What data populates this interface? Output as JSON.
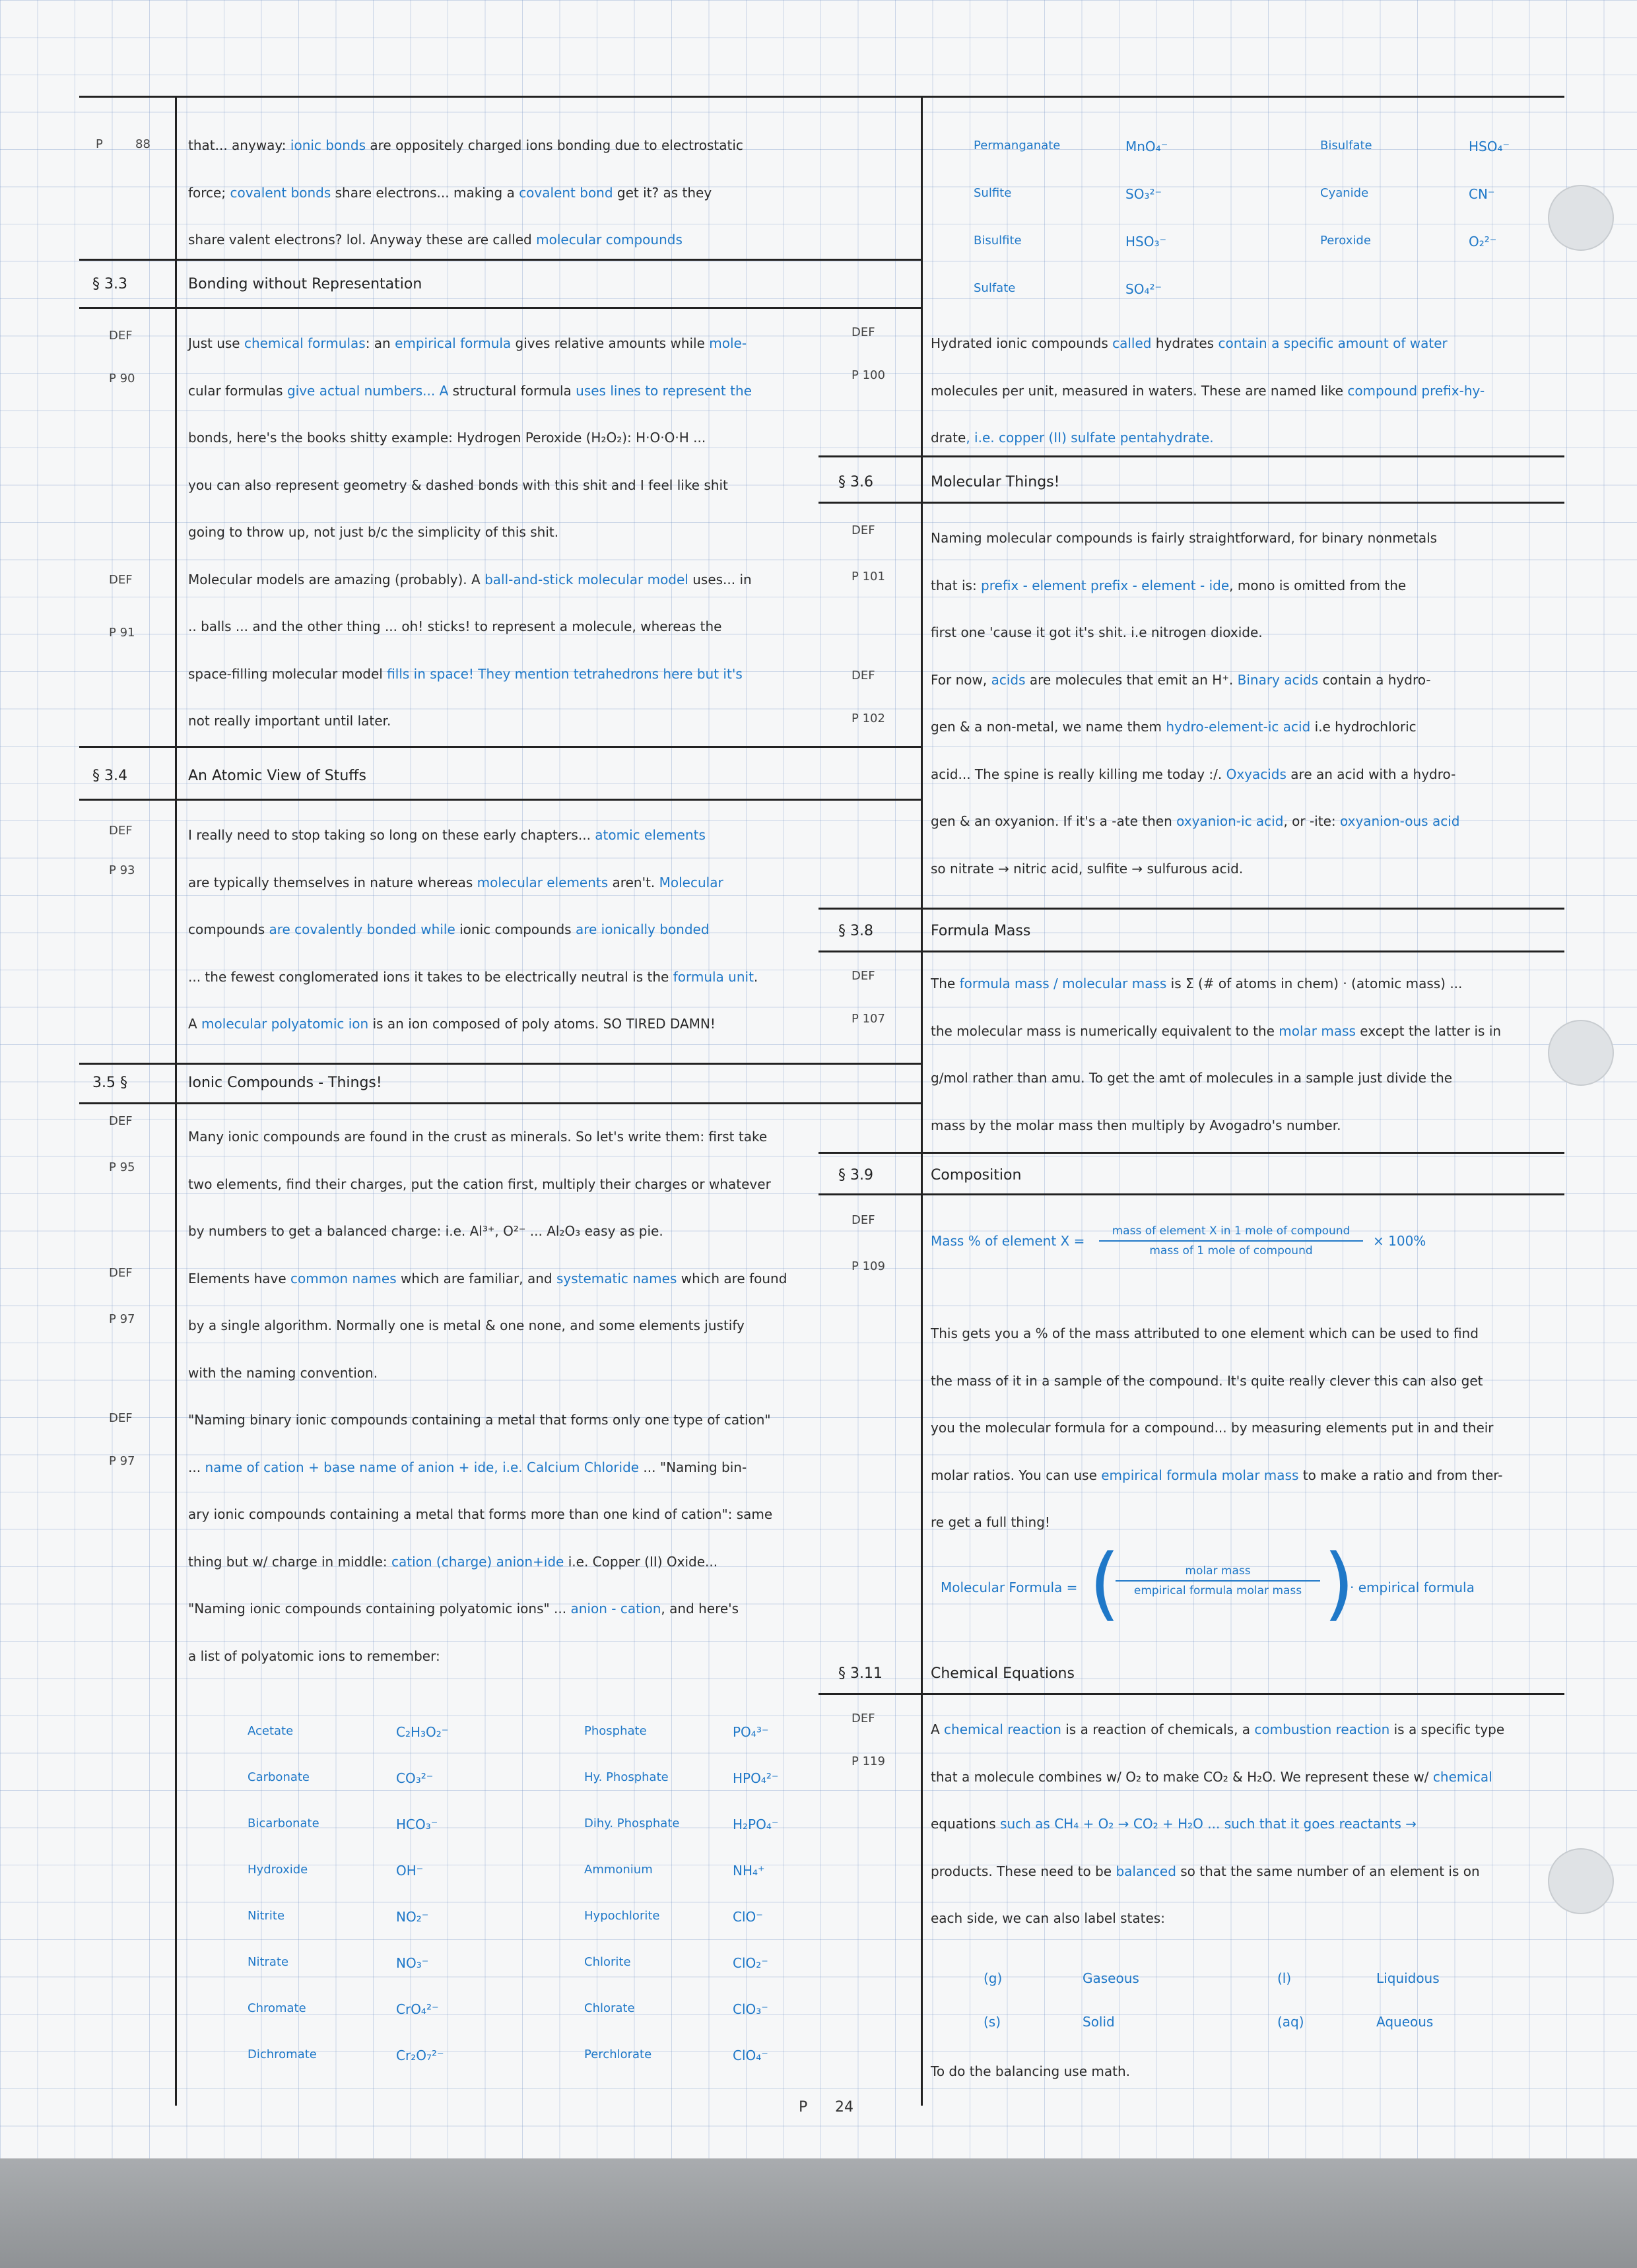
{
  "left": {
    "top_note": {
      "m1": "P",
      "m2": "88"
    },
    "top_lines": [
      [
        "that... anyway: ",
        "ionic bonds",
        " are oppositely charged ions bonding due to electrostatic"
      ],
      [
        "force; ",
        "covalent bonds",
        " share electrons... making a ",
        "covalent bond",
        " get it? as they"
      ],
      [
        "share valent electrons? lol. Anyway these are called ",
        "molecular compounds"
      ]
    ],
    "s33": {
      "num": "§ 3.3",
      "title": "Bonding without Representation"
    },
    "s33_margin": [
      {
        "t": "DEF"
      },
      {
        "t": "P  90"
      },
      {
        "t": "DEF"
      },
      {
        "t": "P  91"
      }
    ],
    "s33_lines": [
      [
        "Just use ",
        "chemical formulas",
        ": an ",
        "empirical formula",
        " gives relative amounts while ",
        "mole-"
      ],
      [
        "cular formulas",
        " give actual numbers... A ",
        "structural formula",
        " uses lines to represent the"
      ],
      [
        "bonds, here's the books shitty example: Hydrogen Peroxide (H₂O₂): H·O·O·H ..."
      ],
      [
        "you can also represent geometry & dashed bonds with this shit and I feel like shit"
      ],
      [
        "going to throw up, not just b/c the simplicity of this shit."
      ],
      [
        "Molecular models are amazing (probably). A ",
        "ball-and-stick molecular model",
        " uses... in"
      ],
      [
        ".. balls ... and the other thing ... oh! sticks! to represent a molecule, whereas the"
      ],
      [
        "space-filling molecular model",
        " fills in space! They mention tetrahedrons here but it's"
      ],
      [
        "not really important until later."
      ]
    ],
    "s34": {
      "num": "§ 3.4",
      "title": "An Atomic View of Stuffs"
    },
    "s34_margin": [
      {
        "t": "DEF"
      },
      {
        "t": "P  93"
      }
    ],
    "s34_lines": [
      [
        "I really need to stop taking so long on these early chapters... ",
        "atomic elements"
      ],
      [
        "are typically themselves in nature whereas ",
        "molecular elements",
        " aren't. ",
        "Molecular"
      ],
      [
        "compounds",
        " are covalently bonded while ",
        "ionic compounds",
        " are ionically bonded"
      ],
      [
        "... the fewest conglomerated ions it takes to be electrically neutral is the ",
        "formula unit",
        "."
      ],
      [
        "A ",
        "molecular polyatomic ion",
        " is an ion composed of poly atoms. SO TIRED DAMN!"
      ]
    ],
    "s35": {
      "num": "3.5 §",
      "title": "Ionic Compounds - Things!"
    },
    "s35_margin": [
      {
        "t": "DEF"
      },
      {
        "t": "P  95"
      },
      {
        "t": "DEF"
      },
      {
        "t": "P  97"
      },
      {
        "t": "DEF"
      },
      {
        "t": "P  97"
      }
    ],
    "s35_lines": [
      [
        "Many ionic compounds are found in the crust as minerals. So let's write them: first take"
      ],
      [
        "two elements, find their charges, put the cation first, multiply their charges or whatever"
      ],
      [
        "by numbers to get a balanced charge: i.e. Al³⁺, O²⁻ ... Al₂O₃ easy as pie."
      ],
      [
        "Elements have ",
        "common names",
        " which are familiar, and ",
        "systematic names",
        " which are found"
      ],
      [
        "by a single algorithm. Normally one is metal & one none, and some elements justify"
      ],
      [
        "with the naming convention."
      ],
      [
        "\"Naming binary ionic compounds containing a metal that forms only one type of cation\""
      ],
      [
        "... ",
        "name of cation + base name of anion + ide, i.e. Calcium Chloride",
        " ... \"Naming bin-"
      ],
      [
        "ary ionic compounds containing a metal that forms more than one kind of cation\": same"
      ],
      [
        "thing but w/ charge in middle: ",
        "cation (charge) anion+ide",
        " i.e. Copper (II) Oxide..."
      ],
      [
        "\"Naming ionic compounds containing polyatomic ions\" ... ",
        "anion - cation",
        ", and here's"
      ],
      [
        "a list of polyatomic ions to remember:"
      ]
    ],
    "ions": [
      [
        "Acetate",
        "C₂H₃O₂⁻",
        "Phosphate",
        "PO₄³⁻"
      ],
      [
        "Carbonate",
        "CO₃²⁻",
        "Hy. Phosphate",
        "HPO₄²⁻"
      ],
      [
        "Bicarbonate",
        "HCO₃⁻",
        "Dihy. Phosphate",
        "H₂PO₄⁻"
      ],
      [
        "Hydroxide",
        "OH⁻",
        "Ammonium",
        "NH₄⁺"
      ],
      [
        "Nitrite",
        "NO₂⁻",
        "Hypochlorite",
        "ClO⁻"
      ],
      [
        "Nitrate",
        "NO₃⁻",
        "Chlorite",
        "ClO₂⁻"
      ],
      [
        "Chromate",
        "CrO₄²⁻",
        "Chlorate",
        "ClO₃⁻"
      ],
      [
        "Dichromate",
        "Cr₂O₇²⁻",
        "Perchlorate",
        "ClO₄⁻"
      ]
    ]
  },
  "right": {
    "ions": [
      [
        "Permanganate",
        "MnO₄⁻",
        "Bisulfate",
        "HSO₄⁻"
      ],
      [
        "Sulfite",
        "SO₃²⁻",
        "Cyanide",
        "CN⁻"
      ],
      [
        "Bisulfite",
        "HSO₃⁻",
        "Peroxide",
        "O₂²⁻"
      ],
      [
        "Sulfate",
        "SO₄²⁻",
        "",
        ""
      ]
    ],
    "hydrate_margin": [
      {
        "t": "DEF"
      },
      {
        "t": "P  100"
      }
    ],
    "hydrate_lines": [
      [
        "Hydrated ionic compounds",
        " called ",
        "hydrates",
        " contain a specific amount of water"
      ],
      [
        "molecules per unit, measured in waters. These are named like ",
        "compound prefix-hy-"
      ],
      [
        "drate",
        ", i.e. copper (II) sulfate pentahydrate."
      ]
    ],
    "s36": {
      "num": "§ 3.6",
      "title": "Molecular Things!"
    },
    "s36_margin": [
      {
        "t": "DEF"
      },
      {
        "t": "P  101"
      },
      {
        "t": "DEF"
      },
      {
        "t": "P  102"
      }
    ],
    "s36_lines": [
      [
        "Naming molecular compounds is fairly straightforward, for binary nonmetals"
      ],
      [
        "that is: ",
        "prefix - element  prefix - element - ide",
        ", mono is omitted from the"
      ],
      [
        "first one 'cause it got it's shit. i.e nitrogen dioxide."
      ],
      [
        "For now, ",
        "acids",
        " are molecules that emit an H⁺. ",
        "Binary acids",
        " contain a hydro-"
      ],
      [
        "gen & a non-metal, we name them ",
        "hydro-element-ic acid",
        " i.e hydrochloric"
      ],
      [
        "acid... The spine is really killing me today :/. ",
        "Oxyacids",
        " are an acid with a hydro-"
      ],
      [
        "gen & an oxyanion. If it's a -ate then ",
        "oxyanion-ic acid",
        ", or -ite: ",
        "oxyanion-ous acid"
      ],
      [
        "so nitrate → nitric acid, sulfite → sulfurous acid."
      ]
    ],
    "s38": {
      "num": "§ 3.8",
      "title": "Formula Mass"
    },
    "s38_margin": [
      {
        "t": "DEF"
      },
      {
        "t": "P  107"
      }
    ],
    "s38_lines": [
      [
        "The ",
        "formula mass / molecular mass",
        " is  Σ (# of atoms in chem) · (atomic mass) ..."
      ],
      [
        "the molecular mass is numerically equivalent to the ",
        "molar mass",
        " except the latter is in"
      ],
      [
        "g/mol rather than amu. To get the amt of molecules in a sample just divide the"
      ],
      [
        "mass by the molar mass then multiply by Avogadro's number."
      ]
    ],
    "s39": {
      "num": "§ 3.9",
      "title": "Composition"
    },
    "s39_margin": [
      {
        "t": "DEF"
      },
      {
        "t": "P  109"
      }
    ],
    "mass_pct": {
      "lhs": "Mass % of element X =",
      "num": "mass of element X in 1 mole of compound",
      "den": "mass of 1 mole of compound",
      "rhs": "× 100%"
    },
    "s39_lines": [
      [
        "This gets you a % of the mass attributed to one element which can be used to find"
      ],
      [
        "the mass of it in a sample of the compound. It's quite really clever this can also get"
      ],
      [
        "you the molecular formula for a compound... by measuring elements put in and their"
      ],
      [
        "molar ratios. You can use ",
        "empirical formula molar mass",
        " to make a ratio and from ther-"
      ],
      [
        "re get a full thing!"
      ]
    ],
    "mol_formula": {
      "lhs": "Molecular Formula =",
      "num": "molar mass",
      "den": "empirical formula molar mass",
      "rhs": "· empirical formula"
    },
    "s311": {
      "num": "§ 3.11",
      "title": "Chemical Equations"
    },
    "s311_margin": [
      {
        "t": "DEF"
      },
      {
        "t": "P  119"
      }
    ],
    "s311_lines": [
      [
        "A ",
        "chemical reaction",
        " is a reaction of chemicals, a ",
        "combustion reaction",
        " is a specific type"
      ],
      [
        "that a molecule combines w/ O₂ to make CO₂ & H₂O. We represent these w/ ",
        "chemical"
      ],
      [
        "equations",
        " such as  CH₄ + O₂ → CO₂ + H₂O ... such that it goes reactants →"
      ],
      [
        "products. These need to be ",
        "balanced",
        " so that the same number of an element is on"
      ],
      [
        "each side, we can also label states:"
      ]
    ],
    "states": [
      [
        "(g)",
        "Gaseous",
        "(l)",
        "Liquidous"
      ],
      [
        "(s)",
        "Solid",
        "(aq)",
        "Aqueous"
      ]
    ],
    "last_line": "To do the balancing use math."
  },
  "page": {
    "label": "P",
    "number": "24"
  }
}
